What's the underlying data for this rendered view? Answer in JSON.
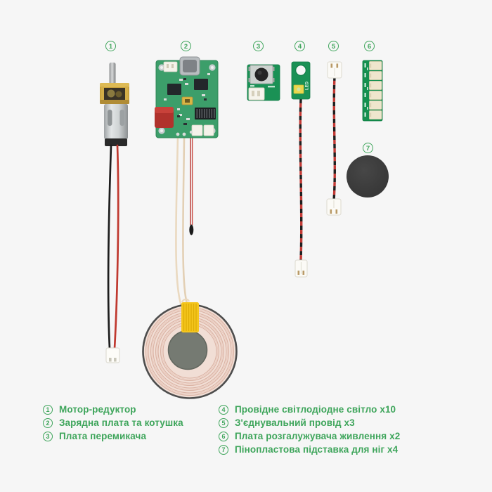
{
  "palette": {
    "accent_green": "#3EA55B",
    "pcb_green": "#1A9155",
    "board_sage_green": "#3C9E6A",
    "wire_red": "#C23A35",
    "wire_black": "#1F1F1F",
    "coil_copper": "#E9CFC2",
    "tape_yellow": "#F5C61D",
    "background": "#F6F6F6"
  },
  "callouts": {
    "c1": "1",
    "c2": "2",
    "c3": "3",
    "c4": "4",
    "c5": "5",
    "c6": "6",
    "c7": "7"
  },
  "board_labels": {
    "led": "LED"
  },
  "legend": {
    "left": [
      {
        "num": "1",
        "label": "Мотор-редуктор"
      },
      {
        "num": "2",
        "label": "Зарядна плата та котушка"
      },
      {
        "num": "3",
        "label": "Плата перемикача"
      }
    ],
    "right": [
      {
        "num": "4",
        "label": "Провідне світлодіодне світло x10"
      },
      {
        "num": "5",
        "label": "З'єднувальний провід x3"
      },
      {
        "num": "6",
        "label": "Плата розгалужувача живлення x2"
      },
      {
        "num": "7",
        "label": "Пінопластова підставка для ніг x4"
      }
    ]
  }
}
